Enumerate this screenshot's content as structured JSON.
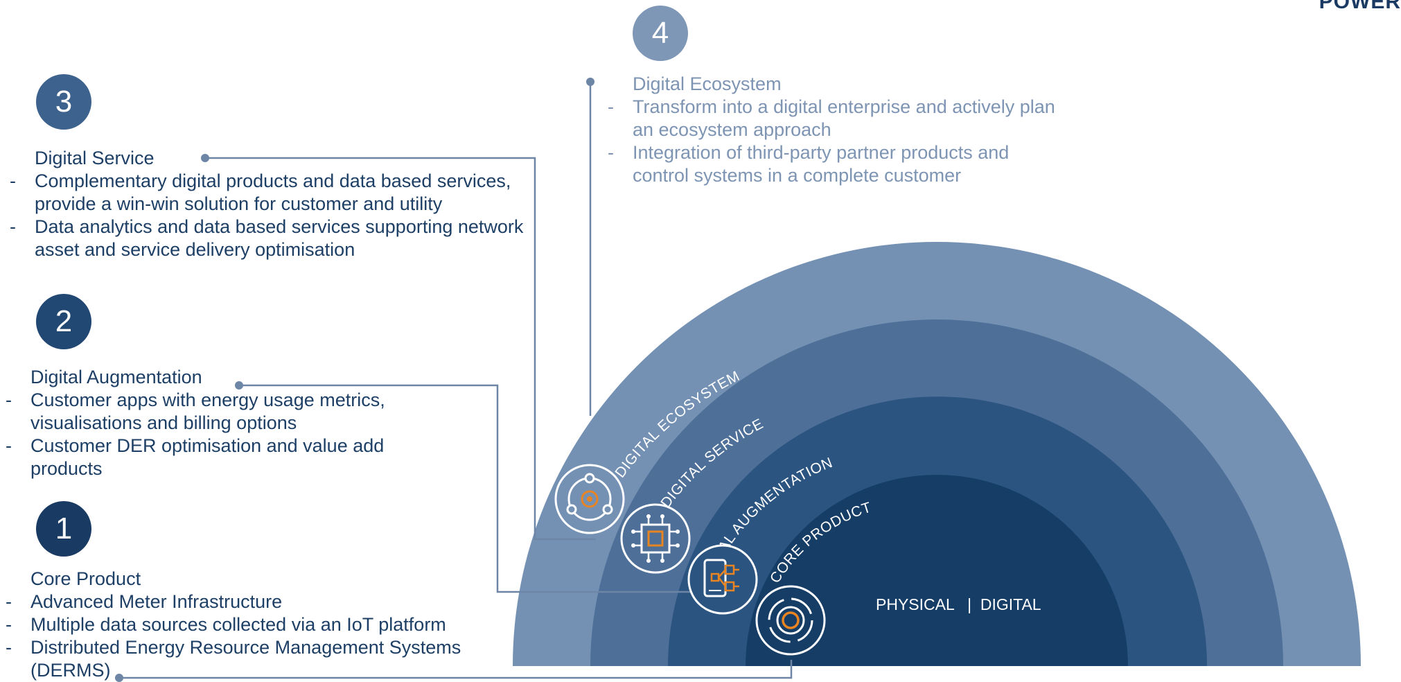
{
  "brand_fragment": "POWER",
  "colors": {
    "ring_ecosystem": "#7491b4",
    "ring_service": "#4d6f98",
    "ring_augmentation": "#2b5480",
    "ring_core": "#163d66",
    "badge_1": "#193b63",
    "badge_2": "#214873",
    "badge_3": "#3d628d",
    "badge_4": "#7f97b7",
    "connector": "#6e86a6",
    "accent_orange": "#e88422"
  },
  "steps": [
    {
      "number": "1",
      "title": "Core Product",
      "bullets": [
        "Advanced Meter Infrastructure",
        "Multiple data sources collected via an IoT platform",
        "Distributed Energy Resource Management Systems (DERMS)"
      ]
    },
    {
      "number": "2",
      "title": "Digital Augmentation",
      "bullets": [
        "Customer apps with energy usage metrics, visualisations and billing options",
        "Customer DER optimisation and value add products"
      ]
    },
    {
      "number": "3",
      "title": "Digital Service",
      "bullets": [
        "Complementary digital products and data based services, provide a win-win solution for customer and utility",
        "Data analytics and data based services supporting network asset and service delivery optimisation"
      ]
    },
    {
      "number": "4",
      "title": "Digital Ecosystem",
      "bullets": [
        "Transform into a digital enterprise and actively plan an ecosystem approach",
        "Integration of third-party partner products and control systems in a complete customer"
      ]
    }
  ],
  "rings": {
    "ecosystem": "DIGITAL ECOSYSTEM",
    "service": "DIGITAL SERVICE",
    "augmentation": "DIGITAL AUGMENTATION",
    "core": "CORE PRODUCT"
  },
  "center_label": "PHYSICAL   |  DIGITAL",
  "icons": [
    "ecosystem-orbit-icon",
    "chip-circuit-icon",
    "mobile-devices-icon",
    "core-gear-icon"
  ]
}
